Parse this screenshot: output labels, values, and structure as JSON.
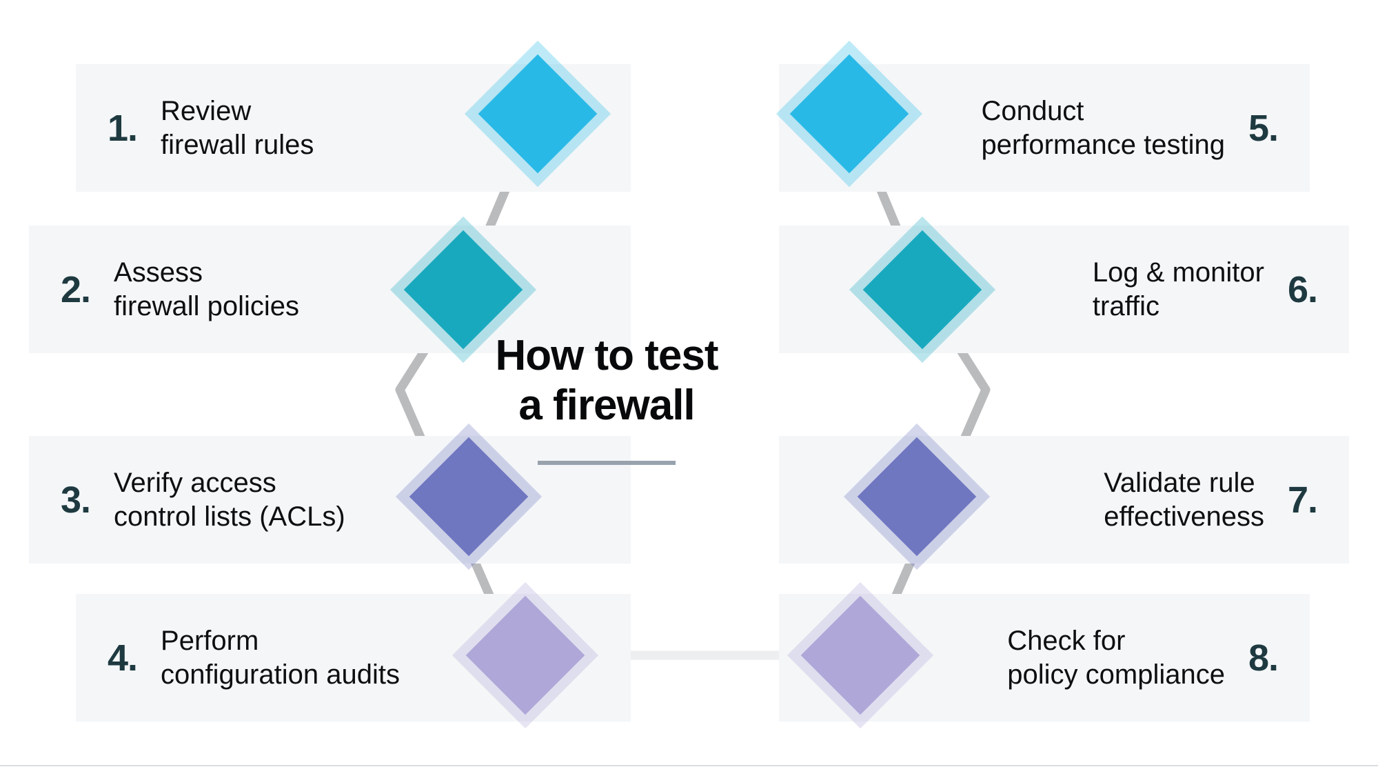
{
  "center": {
    "title": "How to test\na firewall",
    "divider_color": "#97a2ad"
  },
  "palette": {
    "cyan": "#29b9e7",
    "teal": "#19a9bf",
    "periwinkle": "#6f77c0",
    "lavender": "#aea7d8",
    "bar_bg": "#f4f6f8",
    "number": "#1e3a40",
    "text": "#0d0f11",
    "connector": "#b9bbbd",
    "connector_bottom": "#eceef0"
  },
  "steps": [
    {
      "number": "1.",
      "label": "Review\nfirewall rules",
      "side": "left",
      "icon": "checklist-compare-icon",
      "color": "#29b9e7"
    },
    {
      "number": "2.",
      "label": "Assess\nfirewall policies",
      "side": "left",
      "icon": "policy-gavel-icon",
      "color": "#19a9bf"
    },
    {
      "number": "3.",
      "label": "Verify access\ncontrol lists (ACLs)",
      "side": "left",
      "icon": "globe-blocked-icon",
      "color": "#6f77c0"
    },
    {
      "number": "4.",
      "label": "Perform\nconfiguration audits",
      "side": "left",
      "icon": "audit-scroll-icon",
      "color": "#aea7d8"
    },
    {
      "number": "5.",
      "label": "Conduct\nperformance testing",
      "side": "right",
      "icon": "thumbs-up-badge-icon",
      "color": "#29b9e7"
    },
    {
      "number": "6.",
      "label": "Log & monitor\ntraffic",
      "side": "right",
      "icon": "magnifier-traffic-icon",
      "color": "#19a9bf"
    },
    {
      "number": "7.",
      "label": "Validate rule\neffectiveness",
      "side": "right",
      "icon": "shield-check-dashed-icon",
      "color": "#6f77c0"
    },
    {
      "number": "8.",
      "label": "Check for\npolicy compliance",
      "side": "right",
      "icon": "document-shield-check-icon",
      "color": "#aea7d8"
    }
  ]
}
